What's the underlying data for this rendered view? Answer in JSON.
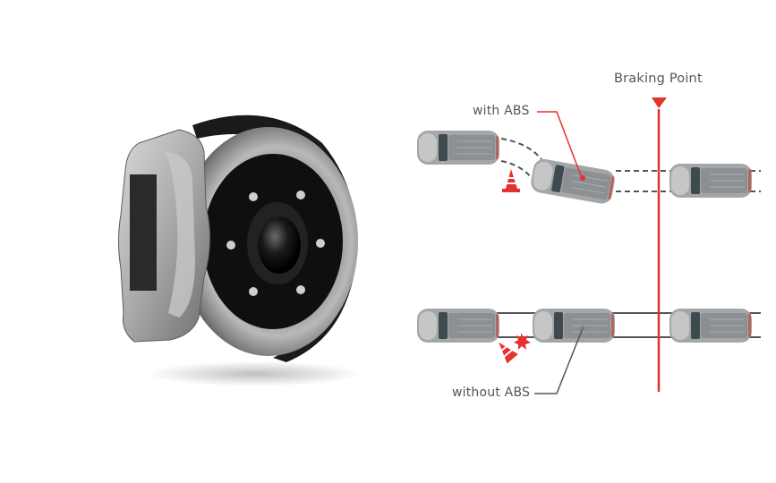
{
  "illustration": {
    "subject": "disc-brake-assembly",
    "parts": [
      "brake-disc-rotor",
      "brake-caliper",
      "wheel-hub",
      "wheel-studs",
      "dust-shield"
    ],
    "stud_count": 6
  },
  "diagram": {
    "braking_point_label": "Braking Point",
    "with_abs_label": "with ABS",
    "without_abs_label": "without ABS",
    "scenarios": [
      {
        "name": "with-abs",
        "outcome": "car steers around obstacle",
        "obstacle": "traffic-cone-upright"
      },
      {
        "name": "without-abs",
        "outcome": "car hits obstacle",
        "obstacle": "traffic-cone-knocked-over"
      }
    ],
    "colors": {
      "accent": "#e5322d",
      "path_line": "#555555",
      "label_text": "#555555",
      "car_body": "#9ea1a4"
    }
  }
}
